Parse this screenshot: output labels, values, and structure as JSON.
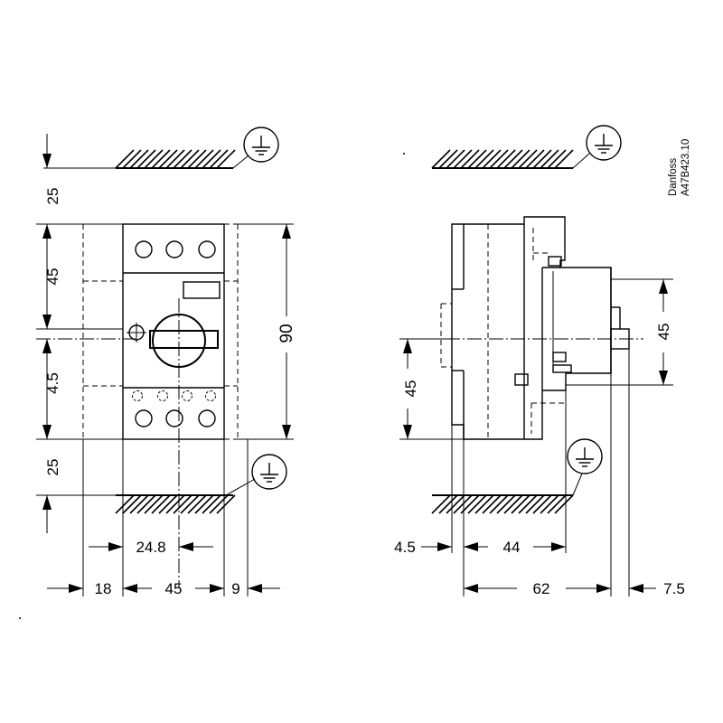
{
  "maker_mark": {
    "brand": "Danfoss",
    "drawing_number": "A47B423.10"
  },
  "front_view": {
    "dimensions": {
      "top_clearance": "25",
      "upper_section": "45",
      "lower_section": "4.5",
      "bottom_clearance": "25",
      "total_height": "90",
      "knob_offset": "24.8",
      "left_clearance": "18",
      "body_width": "45",
      "right_clearance": "9"
    }
  },
  "side_view": {
    "dimensions": {
      "rail_height": "45",
      "mount_spacing": "45",
      "rail_offset": "4.5",
      "body_depth": "44",
      "total_depth": "62",
      "knob_depth": "7.5"
    }
  }
}
